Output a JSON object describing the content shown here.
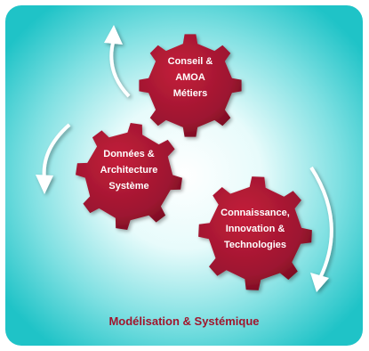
{
  "colors": {
    "gear": "#a0162d",
    "gear_dark": "#6d0b1c",
    "background_center": "#ffffff",
    "background_edge": "#1fc3c7",
    "footer_text": "#a0162d",
    "arrow": "#ffffff"
  },
  "gears": [
    {
      "lines": [
        "Conseil  &",
        "AMOA",
        "Métiers"
      ]
    },
    {
      "lines": [
        "Données  &",
        "Architecture",
        "Système"
      ]
    },
    {
      "lines": [
        "Connaissance,",
        "Innovation  &",
        "Technologies"
      ]
    }
  ],
  "footer": {
    "label": "Modélisation & Systémique"
  },
  "icons": [
    "curved-arrow-icon",
    "gear-icon"
  ]
}
